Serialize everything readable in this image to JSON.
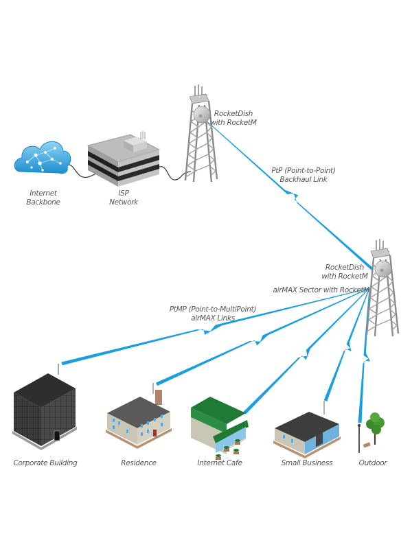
{
  "colors": {
    "link": "#1a9ee0",
    "label_text": "#555555",
    "cloud": "#4fb6e6",
    "tower": "#9a9a9a",
    "building_dark": "#3a3a3a",
    "cafe_roof": "#1f7a35",
    "wall_beige": "#c9c6b6",
    "window_blue": "#5aa7d9"
  },
  "nodes": {
    "internet_backbone": {
      "icon": "cloud-icon",
      "label_lines": [
        "Internet",
        "Backbone"
      ]
    },
    "isp_network": {
      "icon": "server-building-icon",
      "label_lines": [
        "ISP",
        "Network"
      ]
    },
    "tower_top": {
      "icon": "radio-tower-icon",
      "label_lines": [
        "RocketDish",
        "with RocketM"
      ]
    },
    "tower_relay": {
      "icon": "radio-tower-icon",
      "label_lines": [
        "RocketDish",
        "with RocketM"
      ],
      "sector_label": "airMAX Sector with RocketM"
    },
    "corporate_building": {
      "icon": "office-tower-icon",
      "label": "Corporate Building"
    },
    "residence": {
      "icon": "house-icon",
      "label": "Residence"
    },
    "internet_cafe": {
      "icon": "cafe-icon",
      "label": "Internet Cafe"
    },
    "small_business": {
      "icon": "shop-icon",
      "label": "Small Business"
    },
    "outdoor": {
      "icon": "tree-lamp-icon",
      "label": "Outdoor"
    }
  },
  "links": {
    "ptp": {
      "label_lines": [
        "PtP (Point-to-Point)",
        "Backhaul Link"
      ],
      "from": "tower_top",
      "to": "tower_relay"
    },
    "ptmp": {
      "label_lines": [
        "PtMP (Point-to-MultiPoint)",
        "airMAX Links"
      ],
      "from": "tower_relay",
      "to": [
        "corporate_building",
        "residence",
        "internet_cafe",
        "small_business",
        "outdoor"
      ]
    },
    "wired": [
      {
        "from": "internet_backbone",
        "to": "isp_network"
      },
      {
        "from": "isp_network",
        "to": "tower_top"
      }
    ]
  }
}
